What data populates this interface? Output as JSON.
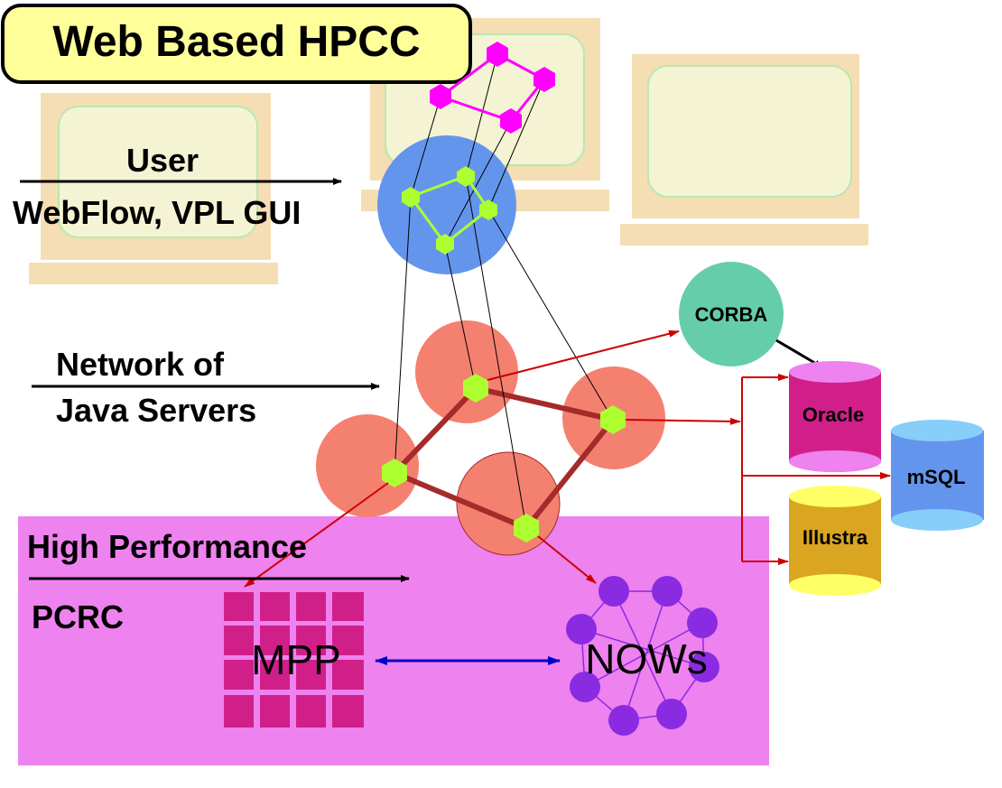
{
  "title": "Web Based HPCC",
  "labels": {
    "user": "User",
    "webflow": "WebFlow, VPL GUI",
    "network_line1": "Network of",
    "network_line2": "Java Servers",
    "high_performance": "High Performance",
    "pcrc": "PCRC",
    "mpp": "MPP",
    "nows": "NOWs",
    "corba": "CORBA",
    "oracle": "Oracle",
    "msql": "mSQL",
    "illustra": "Illustra"
  },
  "colors": {
    "title_bg": "#ffff99",
    "monitor_frame": "#f5deb3",
    "monitor_screen": "#f4f4d4",
    "monitor_screen_border": "#b8e8b0",
    "user_circle": "#6495ed",
    "server_circle": "#f48070",
    "node": "#adff2f",
    "gui_node": "#ff00ff",
    "corba": "#66cdaa",
    "oracle": "#d11f8a",
    "oracle_top": "#ee82ee",
    "msql": "#6495ed",
    "msql_top": "#87cefa",
    "illustra": "#daa520",
    "illustra_top": "#ffff66",
    "hp_region": "#ee82ee",
    "mpp_cell": "#d11f8a",
    "nows_node": "#8a2be2",
    "arrow_red": "#cc0000",
    "arrow_blue": "#0000cc",
    "server_link": "#a52a2a"
  }
}
